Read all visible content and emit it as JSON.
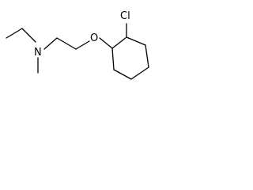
{
  "molecule": {
    "atoms": {
      "nitrogen": "N",
      "oxygen": "O",
      "chlorine": "Cl"
    },
    "colors": {
      "bond": "#000000",
      "label": "#000000",
      "background": "#ffffff"
    }
  }
}
